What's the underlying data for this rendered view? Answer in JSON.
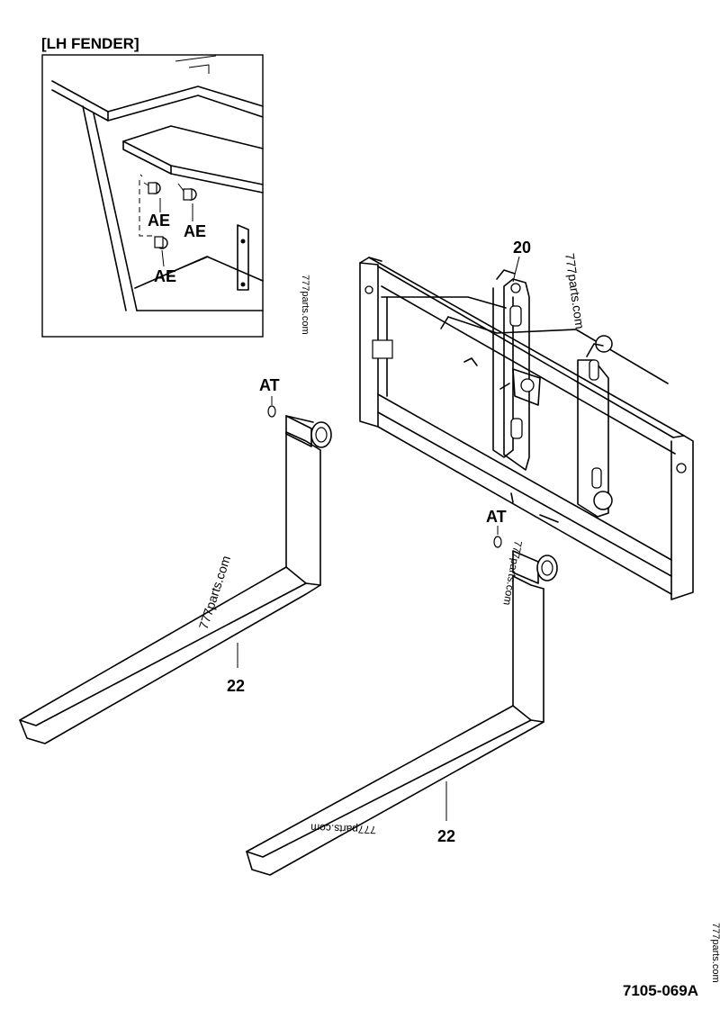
{
  "inset": {
    "title": "[LH FENDER]"
  },
  "callouts": {
    "ae_1": "AE",
    "ae_2": "AE",
    "ae_3": "AE",
    "at_1": "AT",
    "at_2": "AT",
    "carriage": "20",
    "fork_left": "22",
    "fork_right": "22"
  },
  "watermarks": [
    "777parts.com",
    "777parts.com",
    "777parts.com",
    "777parts.com",
    "777parts.com",
    "777parts.com"
  ],
  "drawing_number": "7105-069A"
}
